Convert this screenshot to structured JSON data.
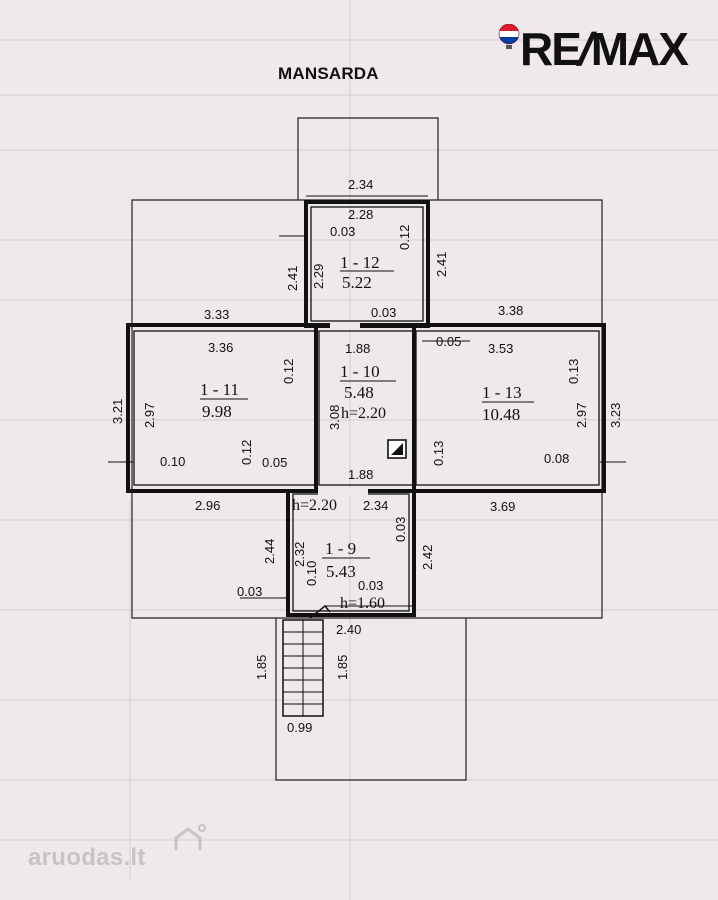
{
  "heading": "MANSARDA",
  "logo": {
    "text": "RE/MAX",
    "icon": "balloon-icon",
    "colors": [
      "#dc1c2e",
      "#ffffff",
      "#003da5"
    ]
  },
  "watermark": {
    "text": "aruodas.lt",
    "icon": "house-icon"
  },
  "rooms": [
    {
      "id": "1 - 12",
      "area": "5.22",
      "height": ""
    },
    {
      "id": "1 - 11",
      "area": "9.98",
      "height": ""
    },
    {
      "id": "1 - 10",
      "area": "5.48",
      "height": "h=2.20"
    },
    {
      "id": "1 - 13",
      "area": "10.48",
      "height": ""
    },
    {
      "id": "1 - 9",
      "area": "5.43",
      "height": "h=1.60"
    }
  ],
  "extra_labels": {
    "corridor_height": "h=2.20"
  },
  "dimensions": [
    "2.34",
    "2.28",
    "0.03",
    "0.12",
    "2.29",
    "2.41",
    "2.41",
    "0.03",
    "3.33",
    "3.38",
    "3.36",
    "0.12",
    "1.88",
    "0.05",
    "3.53",
    "0.13",
    "3.21",
    "2.97",
    "3.08",
    "2.97",
    "3.23",
    "0.10",
    "0.12",
    "0.05",
    "1.88",
    "0.13",
    "0.08",
    "2.96",
    "2.34",
    "3.69",
    "2.44",
    "2.32",
    "0.03",
    "2.42",
    "0.10",
    "0.03",
    "0.03",
    "2.40",
    "1.85",
    "1.85",
    "0.99"
  ]
}
